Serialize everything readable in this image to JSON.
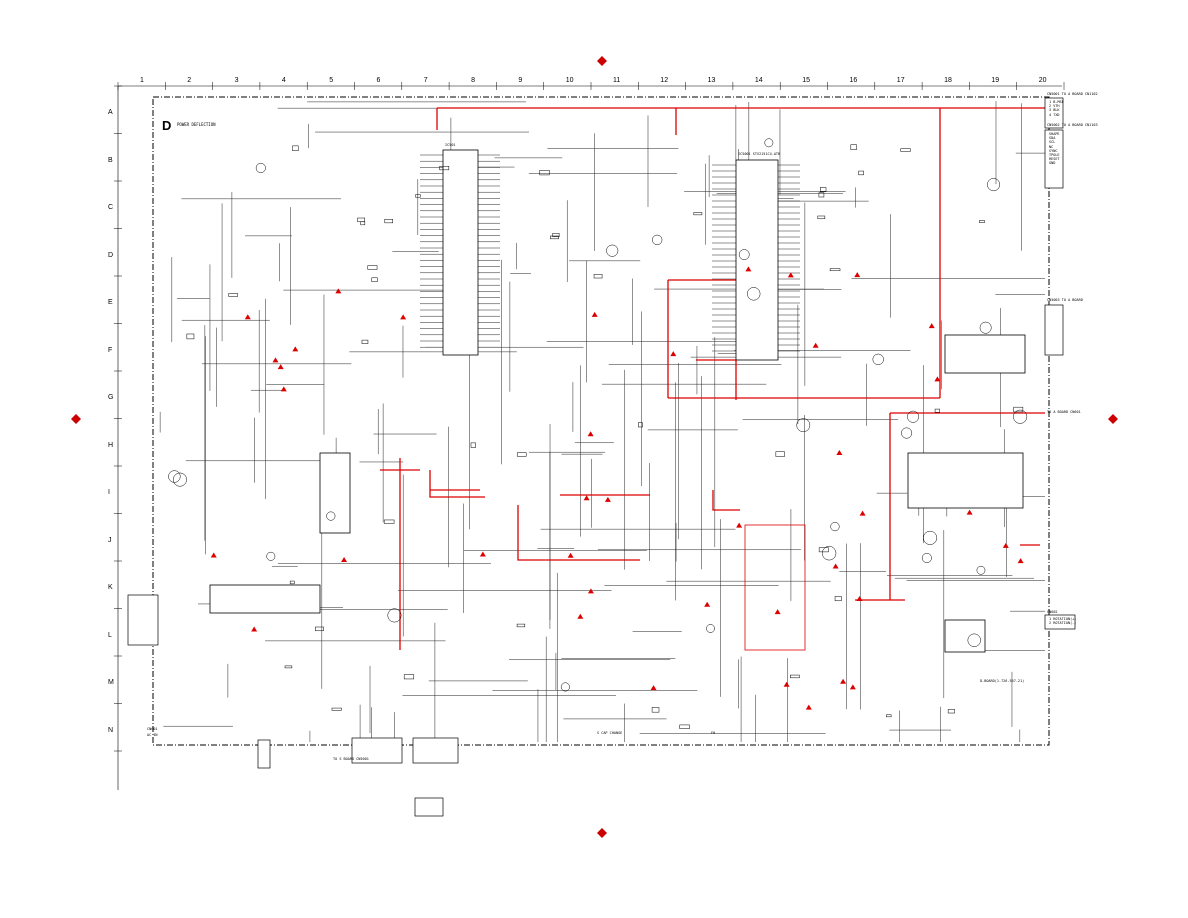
{
  "section": {
    "letter": "D",
    "title": "POWER DEFLECTION"
  },
  "grid": {
    "columns": [
      "1",
      "2",
      "3",
      "4",
      "5",
      "6",
      "7",
      "8",
      "9",
      "10",
      "11",
      "12",
      "13",
      "14",
      "15",
      "16",
      "17",
      "18",
      "19",
      "20"
    ],
    "rows": [
      "A",
      "B",
      "C",
      "D",
      "E",
      "F",
      "G",
      "H",
      "I",
      "J",
      "K",
      "L",
      "M",
      "N"
    ]
  },
  "labels": {
    "cn_top_right": "CN5001 TO A BOARD CN1102",
    "cn_top_right_pins": [
      "1 B-MSE",
      "2 VTH",
      "3 BLK",
      "4 TXD"
    ],
    "cn_mid_right": "CN5002 TO A BOARD CN1103",
    "cn_mid_right_pins": [
      "SHAPE",
      "SDA",
      "SCL",
      "NC",
      "SYNC",
      "TPOLE",
      "RESET",
      "GND"
    ],
    "cn_right_title": "CN5003 TO A BOARD",
    "cn_to_board_right": "TO A BOARD CN601",
    "cn_rotation": "CN602",
    "rotation_pins": [
      "1 ROTATION(+)",
      "2 ROTATION(-)"
    ],
    "cn_bottom_left": "CN601",
    "ac_label": "AC IN",
    "to_s_board": "TO S BOARD CN5001",
    "bottom_caption": "S CAP CHANGE",
    "ref_code": "D-BOARD(1-726-557-21)",
    "ic_main": "IC501",
    "ic_dsp": "IC5001 STV2151C4-ATB",
    "note": "FH"
  }
}
